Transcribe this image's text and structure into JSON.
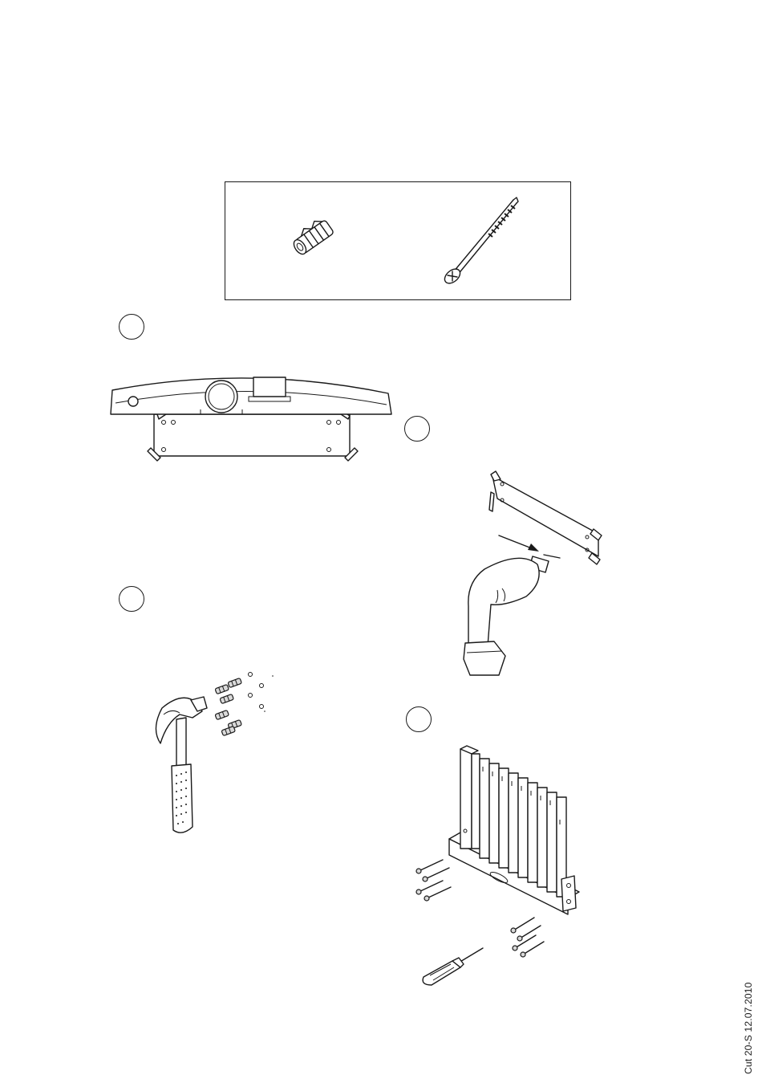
{
  "document": {
    "footer_code": "Cut 20-S 12.07.2010"
  },
  "parts_box": {
    "items": [
      {
        "icon": "wall-plug-icon"
      },
      {
        "icon": "long-screw-icon"
      }
    ]
  },
  "steps": [
    {
      "id": "step-1",
      "illustration": "level-on-mounting-rail"
    },
    {
      "id": "step-2",
      "illustration": "drill-wall-holes"
    },
    {
      "id": "step-3",
      "illustration": "hammer-in-wall-plugs"
    },
    {
      "id": "step-4",
      "illustration": "screw-rack-to-wall"
    }
  ]
}
